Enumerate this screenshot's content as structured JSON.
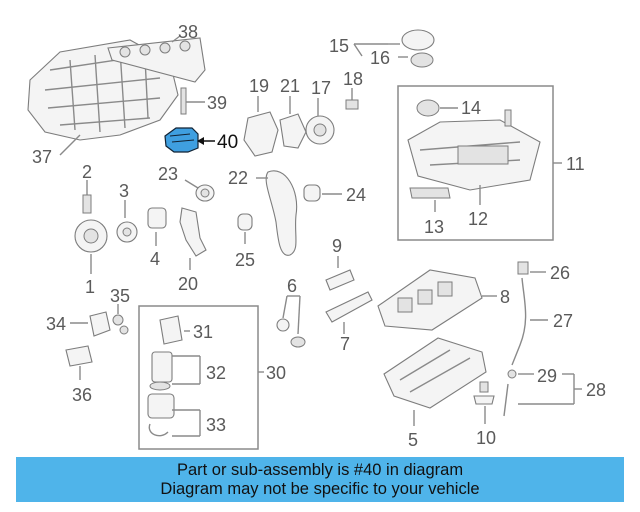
{
  "diagram": {
    "callouts": {
      "c1": "1",
      "c2": "2",
      "c3": "3",
      "c4": "4",
      "c5": "5",
      "c6": "6",
      "c7": "7",
      "c8": "8",
      "c9": "9",
      "c10": "10",
      "c11": "11",
      "c12": "12",
      "c13": "13",
      "c14": "14",
      "c15": "15",
      "c16": "16",
      "c17": "17",
      "c18": "18",
      "c19": "19",
      "c20": "20",
      "c21": "21",
      "c22": "22",
      "c23": "23",
      "c24": "24",
      "c25": "25",
      "c26": "26",
      "c27": "27",
      "c28": "28",
      "c29": "29",
      "c30": "30",
      "c31": "31",
      "c32": "32",
      "c33": "33",
      "c34": "34",
      "c35": "35",
      "c36": "36",
      "c37": "37",
      "c38": "38",
      "c39": "39",
      "c40": "40"
    },
    "highlight_color": "#3f9fe0"
  },
  "banner": {
    "line1": "Part or sub-assembly is #40 in diagram",
    "line2": "Diagram may not be specific to your vehicle",
    "background": "#4fb4ea"
  }
}
